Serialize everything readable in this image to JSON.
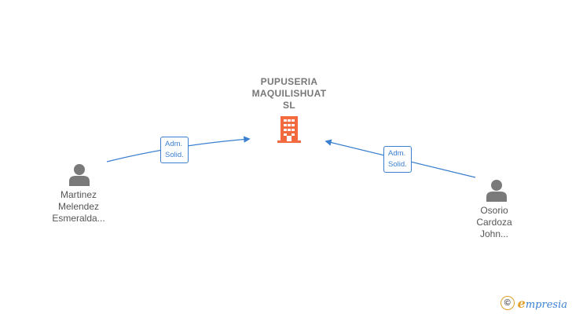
{
  "company": {
    "name_lines": [
      "PUPUSERIA",
      "MAQUILISHUAT",
      "SL"
    ],
    "icon": "building-icon",
    "color": "#f26a3d"
  },
  "persons": [
    {
      "name_lines": [
        "Martinez",
        "Melendez",
        "Esmeralda..."
      ],
      "icon": "person-icon",
      "role_lines": [
        "Adm.",
        "Solid."
      ]
    },
    {
      "name_lines": [
        "Osorio",
        "Cardoza",
        "John..."
      ],
      "icon": "person-icon",
      "role_lines": [
        "Adm.",
        "Solid."
      ]
    }
  ],
  "colors": {
    "edge": "#3a7fd0",
    "person": "#7a7a7a",
    "text": "#555555"
  },
  "footer": {
    "copyright_symbol": "©",
    "brand_initial": "e",
    "brand_rest": "mpresia"
  }
}
